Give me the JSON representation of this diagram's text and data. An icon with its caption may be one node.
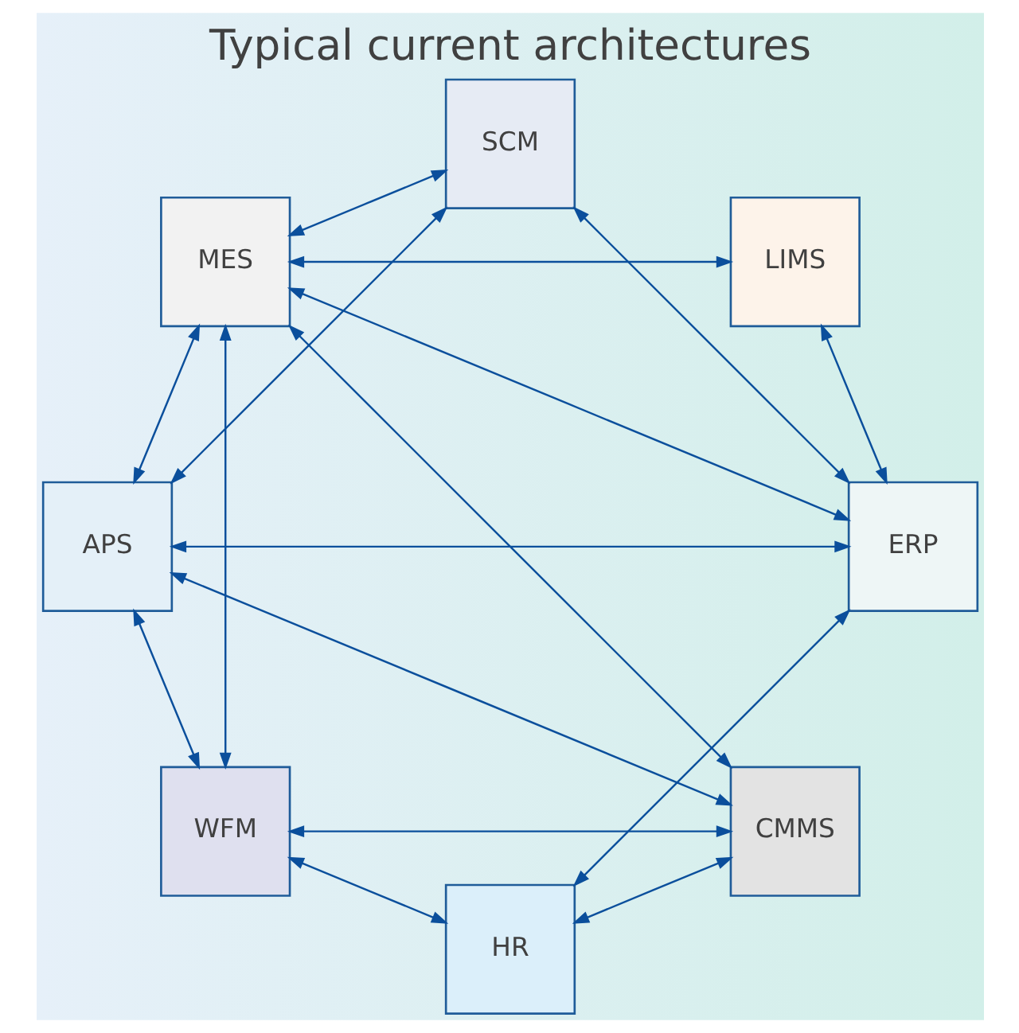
{
  "diagram": {
    "title": "Typical current architectures",
    "nodes": [
      {
        "text": [
          "ERP"
        ]
      },
      {
        "text": [
          "HR"
        ]
      },
      {
        "text": [
          "SCM"
        ]
      },
      {
        "text": [
          "CMMS"
        ]
      },
      {
        "text": [
          "LIMS"
        ]
      },
      {
        "text": [
          "APS"
        ]
      },
      {
        "text": [
          "WFM"
        ]
      },
      {
        "text": [
          "MES"
        ]
      }
    ],
    "edges": [
      {
        "from": 1,
        "to": 0,
        "arrow": "both"
      },
      {
        "from": 0,
        "to": 2,
        "arrow": "both"
      },
      {
        "from": 1,
        "to": 3,
        "arrow": "both"
      },
      {
        "from": 3,
        "to": 5,
        "arrow": "both"
      },
      {
        "from": 5,
        "to": 7,
        "arrow": "both"
      },
      {
        "from": 7,
        "to": 6,
        "arrow": "both"
      },
      {
        "from": 5,
        "to": 6,
        "arrow": "both"
      },
      {
        "from": 0,
        "to": 7,
        "arrow": "both"
      },
      {
        "from": 0,
        "to": 5,
        "arrow": "both"
      },
      {
        "from": 0,
        "to": 4,
        "arrow": "both"
      },
      {
        "from": 1,
        "to": 6,
        "arrow": "both"
      },
      {
        "from": 2,
        "to": 5,
        "arrow": "both"
      },
      {
        "from": 2,
        "to": 7,
        "arrow": "both"
      },
      {
        "from": 3,
        "to": 6,
        "arrow": "both"
      },
      {
        "from": 3,
        "to": 7,
        "arrow": "both"
      },
      {
        "from": 4,
        "to": 7,
        "arrow": "both"
      }
    ]
  }
}
